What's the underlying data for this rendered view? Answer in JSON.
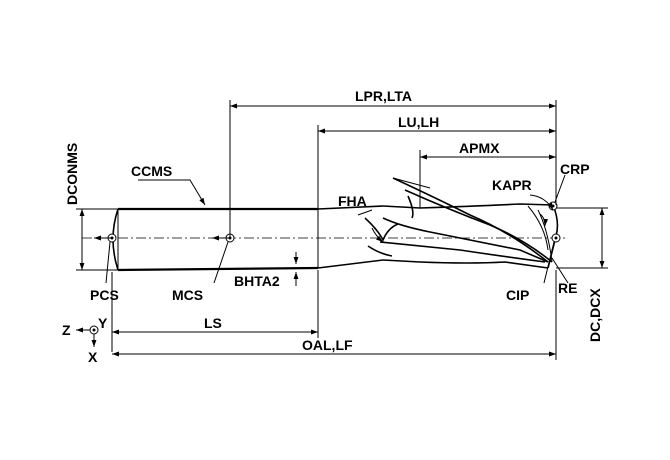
{
  "labels": {
    "lpr_lta": "LPR,LTA",
    "lu_lh": "LU,LH",
    "apmx": "APMX",
    "crp": "CRP",
    "kapr": "KAPR",
    "ccms": "CCMS",
    "fha": "FHA",
    "dconms": "DCONMS",
    "pcs": "PCS",
    "mcs": "MCS",
    "bhta2": "BHTA2",
    "cip": "CIP",
    "re": "RE",
    "dc_dcx": "DC,DCX",
    "ls": "LS",
    "oal_lf": "OAL,LF",
    "axis_z": "Z",
    "axis_y": "Y",
    "axis_x": "X"
  },
  "colors": {
    "line": "#000000",
    "background": "#ffffff"
  }
}
